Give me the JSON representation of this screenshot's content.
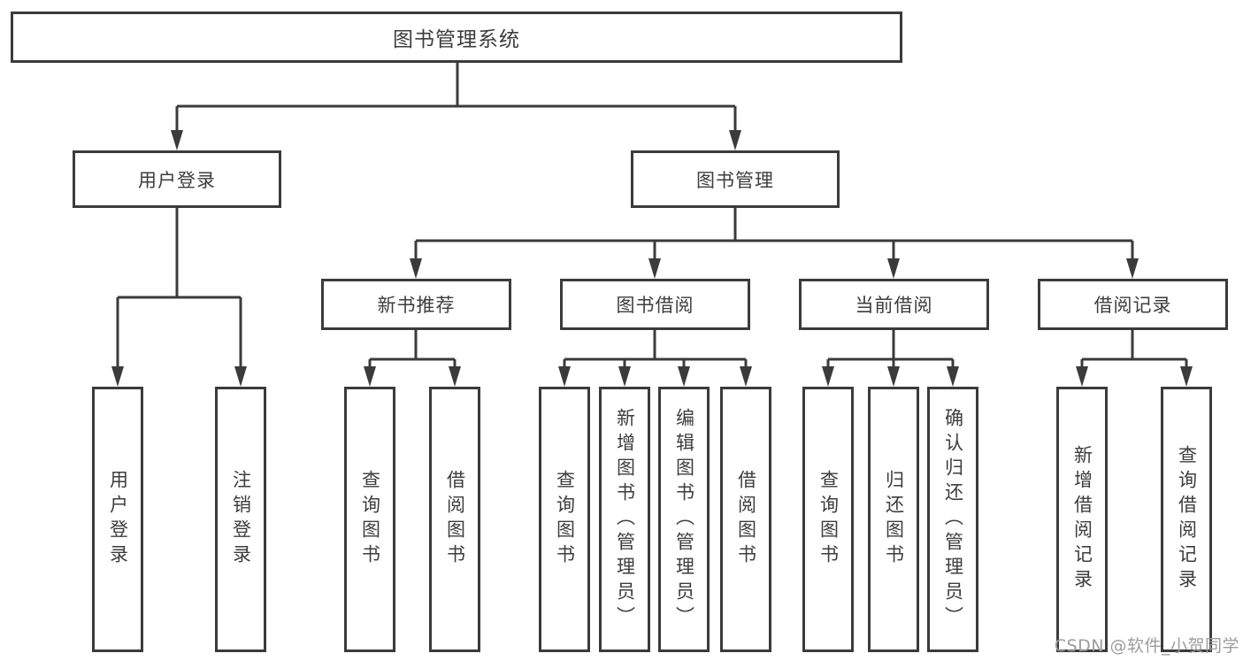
{
  "watermark": "CSDN @软件_小贺同学",
  "colors": {
    "line": "#3b3b3b",
    "text": "#3d3d3d",
    "watermark": "#9d9d9d",
    "background": "#ffffff"
  },
  "tree": {
    "label": "图书管理系统",
    "children": [
      {
        "label": "用户登录",
        "children": [
          {
            "label": "用户登录"
          },
          {
            "label": "注销登录"
          }
        ]
      },
      {
        "label": "图书管理",
        "children": [
          {
            "label": "新书推荐",
            "children": [
              {
                "label": "查询图书"
              },
              {
                "label": "借阅图书"
              }
            ]
          },
          {
            "label": "图书借阅",
            "children": [
              {
                "label": "查询图书"
              },
              {
                "label": "新增图书（管理员）"
              },
              {
                "label": "编辑图书（管理员）"
              },
              {
                "label": "借阅图书"
              }
            ]
          },
          {
            "label": "当前借阅",
            "children": [
              {
                "label": "查询图书"
              },
              {
                "label": "归还图书"
              },
              {
                "label": "确认归还（管理员）"
              }
            ]
          },
          {
            "label": "借阅记录",
            "children": [
              {
                "label": "新增借阅记录"
              },
              {
                "label": "查询借阅记录"
              }
            ]
          }
        ]
      }
    ]
  }
}
